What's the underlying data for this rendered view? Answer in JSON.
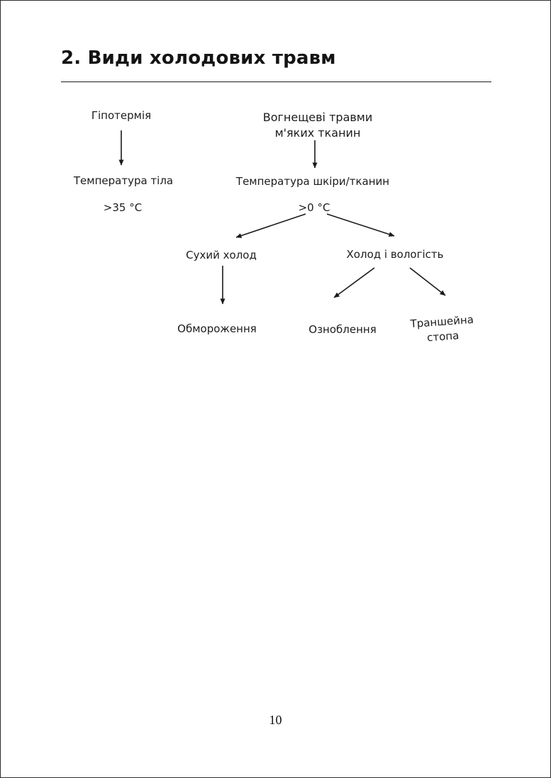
{
  "page": {
    "heading": "2. Види холодових травм",
    "page_number": "10"
  },
  "diagram": {
    "nodes": {
      "hypothermia": "Гіпотермія",
      "focal_injuries": "Вогнещеві травми м'яких тканин",
      "body_temp": "Температура тіла",
      "body_temp_value": ">35 °C",
      "skin_temp": "Температура шкіри/тканин",
      "skin_temp_value": ">0 °C",
      "dry_cold": "Сухий холод",
      "cold_moisture": "Холод і вологість",
      "frostbite": "Обмороження",
      "chilblains": "Озноблення",
      "trench_foot": "Траншейна стопа"
    }
  }
}
